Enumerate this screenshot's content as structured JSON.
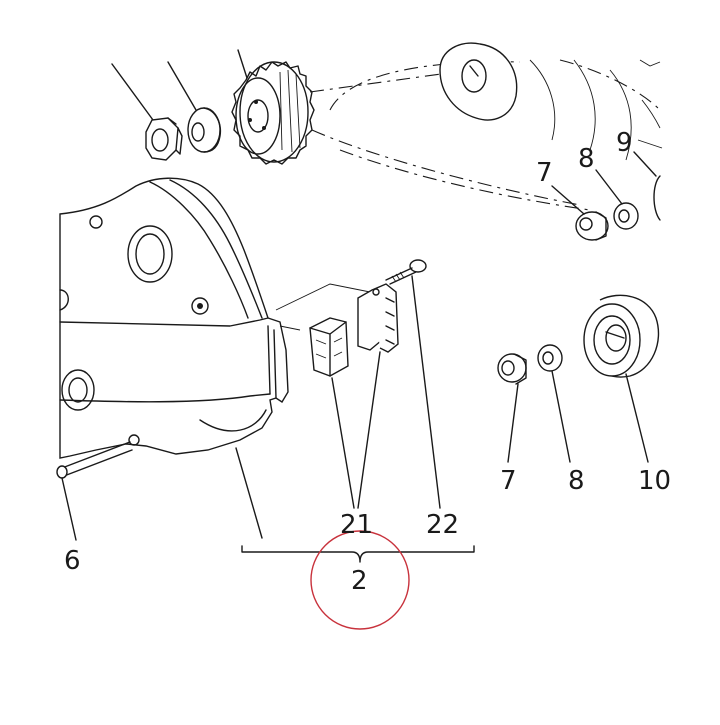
{
  "diagram": {
    "labels": {
      "l6": "6",
      "l7a": "7",
      "l8a": "8",
      "l9": "9",
      "l7b": "7",
      "l8b": "8",
      "l10": "10",
      "l21": "21",
      "l22": "22",
      "l2": "2"
    },
    "colors": {
      "line": "#1a1a1a",
      "highlight_circle": "#c8323c",
      "background": "#ffffff"
    }
  }
}
